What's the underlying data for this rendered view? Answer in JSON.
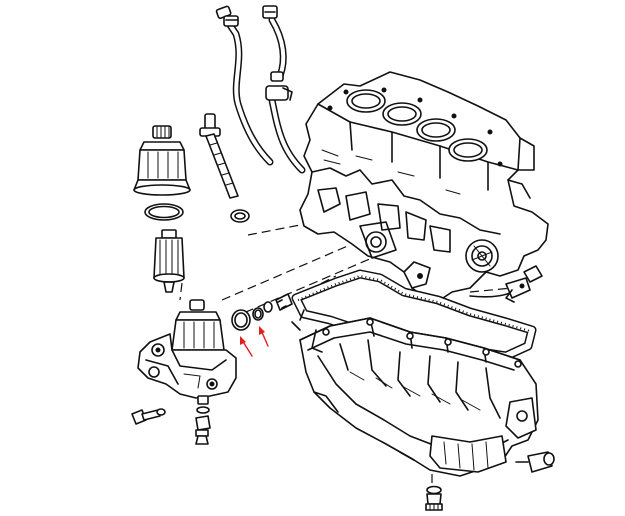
{
  "diagram": {
    "components": [
      {
        "name": "engine-block",
        "icon": "engine-block-icon"
      },
      {
        "name": "oil-filter-housing-cap",
        "icon": "filter-cap-icon"
      },
      {
        "name": "cap-o-ring",
        "icon": "o-ring-icon"
      },
      {
        "name": "oil-filter-element",
        "icon": "filter-element-icon"
      },
      {
        "name": "oil-filter-housing",
        "icon": "filter-housing-icon"
      },
      {
        "name": "dipstick",
        "icon": "dipstick-icon"
      },
      {
        "name": "dipstick-guide-tube",
        "icon": "tube-icon"
      },
      {
        "name": "breather-hose",
        "icon": "hose-icon"
      },
      {
        "name": "oil-pan-gasket",
        "icon": "gasket-icon"
      },
      {
        "name": "oil-pan",
        "icon": "oil-pan-icon"
      },
      {
        "name": "oil-level-sensor",
        "icon": "sensor-icon"
      },
      {
        "name": "drain-plug",
        "icon": "drain-plug-icon"
      },
      {
        "name": "seal-rings",
        "icon": "seal-ring-icon"
      }
    ],
    "highlight_color": "#e0201a",
    "line_color": "#111111"
  }
}
